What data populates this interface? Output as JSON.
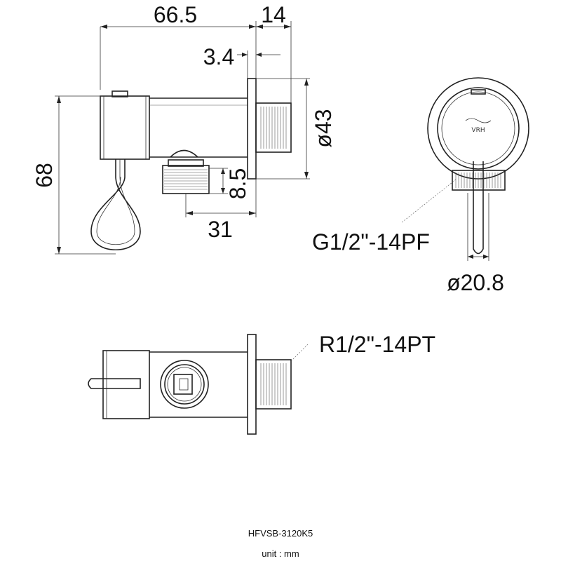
{
  "dimensions": {
    "width_66_5": "66.5",
    "width_14": "14",
    "offset_3_4": "3.4",
    "height_68": "68",
    "diameter_43": "ø43",
    "height_8_5": "8.5",
    "width_31": "31",
    "diameter_20_8": "ø20.8"
  },
  "callouts": {
    "outlet_thread": "G1/2\"-14PF",
    "inlet_thread": "R1/2\"-14PT"
  },
  "logo": {
    "text": "VRH"
  },
  "footer": {
    "model": "HFVSB-3120K5",
    "unit": "unit : mm"
  }
}
